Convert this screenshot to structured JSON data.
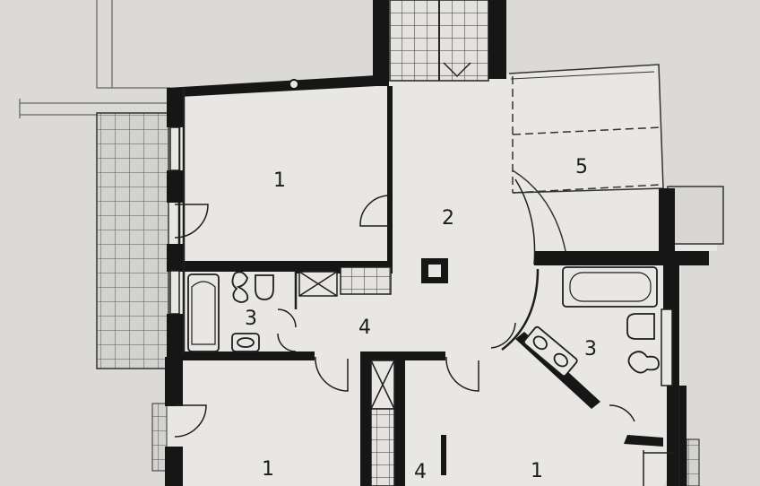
{
  "colors": {
    "paper": "#dcdad6",
    "floor": "#e9e7e3",
    "wall": "#161616",
    "line": "#2a2a2a",
    "terrace_tile": "#c9c7c3"
  },
  "rooms": [
    {
      "id": "room-upper-left",
      "label": "1"
    },
    {
      "id": "hall",
      "label": "2"
    },
    {
      "id": "bath-left",
      "label": "3"
    },
    {
      "id": "corridor",
      "label": "4"
    },
    {
      "id": "room-lower-left",
      "label": "1"
    },
    {
      "id": "stair-lower",
      "label": "4"
    },
    {
      "id": "room-lower-right",
      "label": "1"
    },
    {
      "id": "bath-right",
      "label": "3"
    },
    {
      "id": "dressing",
      "label": "5"
    }
  ]
}
